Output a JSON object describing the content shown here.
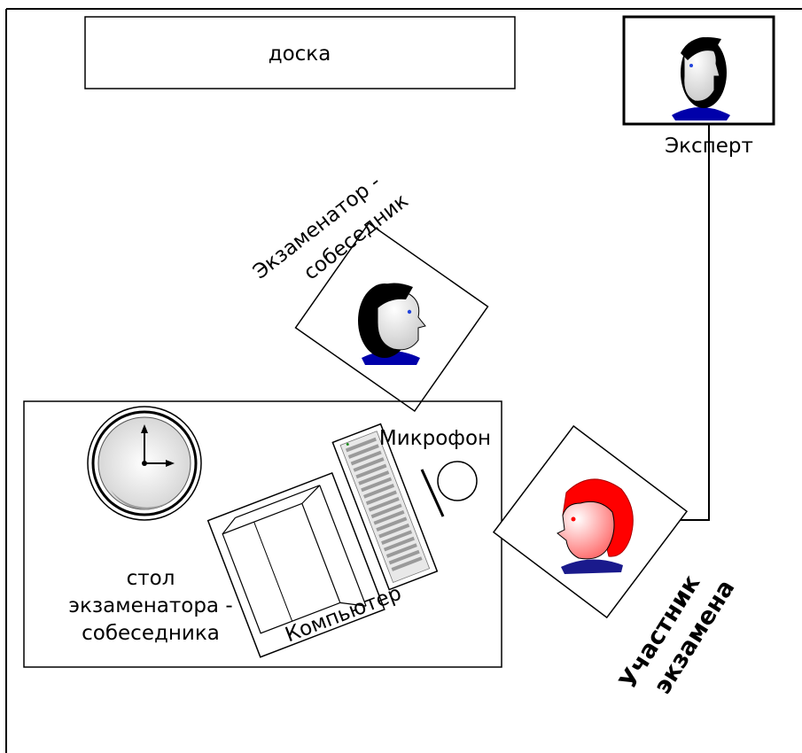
{
  "diagram": {
    "board_label": "доска",
    "expert_label": "Эксперт",
    "examiner_label_line1": "Экзаменатор -",
    "examiner_label_line2": "собеседник",
    "microphone_label": "Микрофон",
    "table_label_line1": "стол",
    "table_label_line2": "экзаменатора -",
    "table_label_line3": "собеседника",
    "computer_label": "Компьютер",
    "participant_label_line1": "Участник",
    "participant_label_line2": "экзамена"
  },
  "colors": {
    "outline": "#000000",
    "hair_dark": "#000000",
    "hair_participant": "#ff0000",
    "shirt": "#0000aa",
    "shirt_participant": "#1a1a8c",
    "eye": "#2244dd",
    "eye_participant": "#ff0000"
  },
  "icons": {
    "person_expert": "person-head-icon",
    "person_examiner": "person-head-icon",
    "person_participant": "person-head-icon",
    "clock": "clock-icon",
    "computer": "computer-icon",
    "microphone": "microphone-icon"
  }
}
